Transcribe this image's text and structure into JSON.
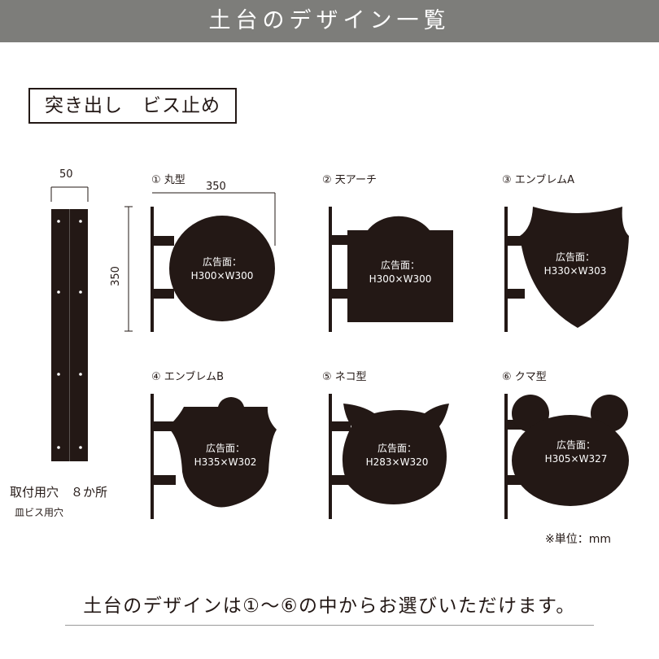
{
  "header": {
    "title": "土台のデザイン一覧"
  },
  "mount_type": "突き出し　ビス止め",
  "rail": {
    "width_label": "50",
    "note_main": "取付用穴　８か所",
    "note_sub": "皿ビス用穴"
  },
  "dimensions": {
    "width": "350",
    "height": "350"
  },
  "designs": [
    {
      "label": "① 丸型",
      "area_label": "広告面：",
      "size": "H300×W300"
    },
    {
      "label": "② 天アーチ",
      "area_label": "広告面：",
      "size": "H300×W300"
    },
    {
      "label": "③ エンブレムA",
      "area_label": "広告面：",
      "size": "H330×W303"
    },
    {
      "label": "④ エンブレムB",
      "area_label": "広告面：",
      "size": "H335×W302"
    },
    {
      "label": "⑤ ネコ型",
      "area_label": "広告面：",
      "size": "H283×W320"
    },
    {
      "label": "⑥ クマ型",
      "area_label": "広告面：",
      "size": "H305×W327"
    }
  ],
  "unit_note": "※単位：mm",
  "footer": {
    "text": "土台のデザインは①～⑥の中からお選びいただけます。"
  },
  "colors": {
    "sign": "#231815",
    "banner": "#7d7d7a",
    "rule": "#9a9a9a"
  }
}
